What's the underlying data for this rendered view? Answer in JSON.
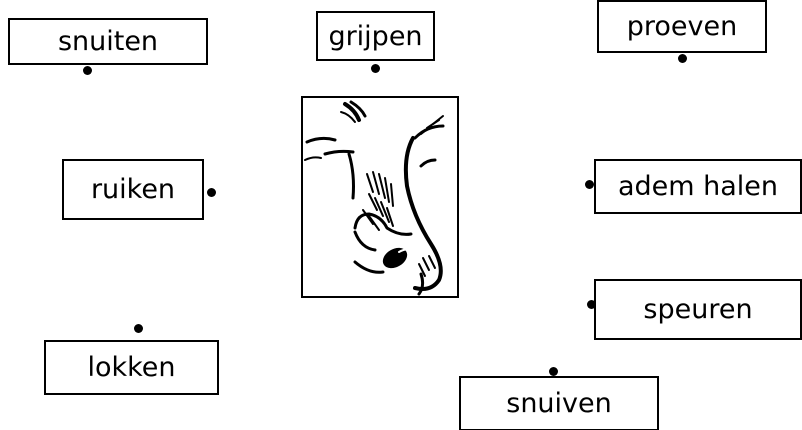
{
  "words": {
    "snuiten": "snuiten",
    "grijpen": "grijpen",
    "proeven": "proeven",
    "ruiken": "ruiken",
    "adem_halen": "adem halen",
    "speuren": "speuren",
    "lokken": "lokken",
    "snuiven": "snuiven"
  },
  "picture": {
    "subject": "nose-icon"
  },
  "colors": {
    "ink": "#000000",
    "background": "#ffffff"
  }
}
